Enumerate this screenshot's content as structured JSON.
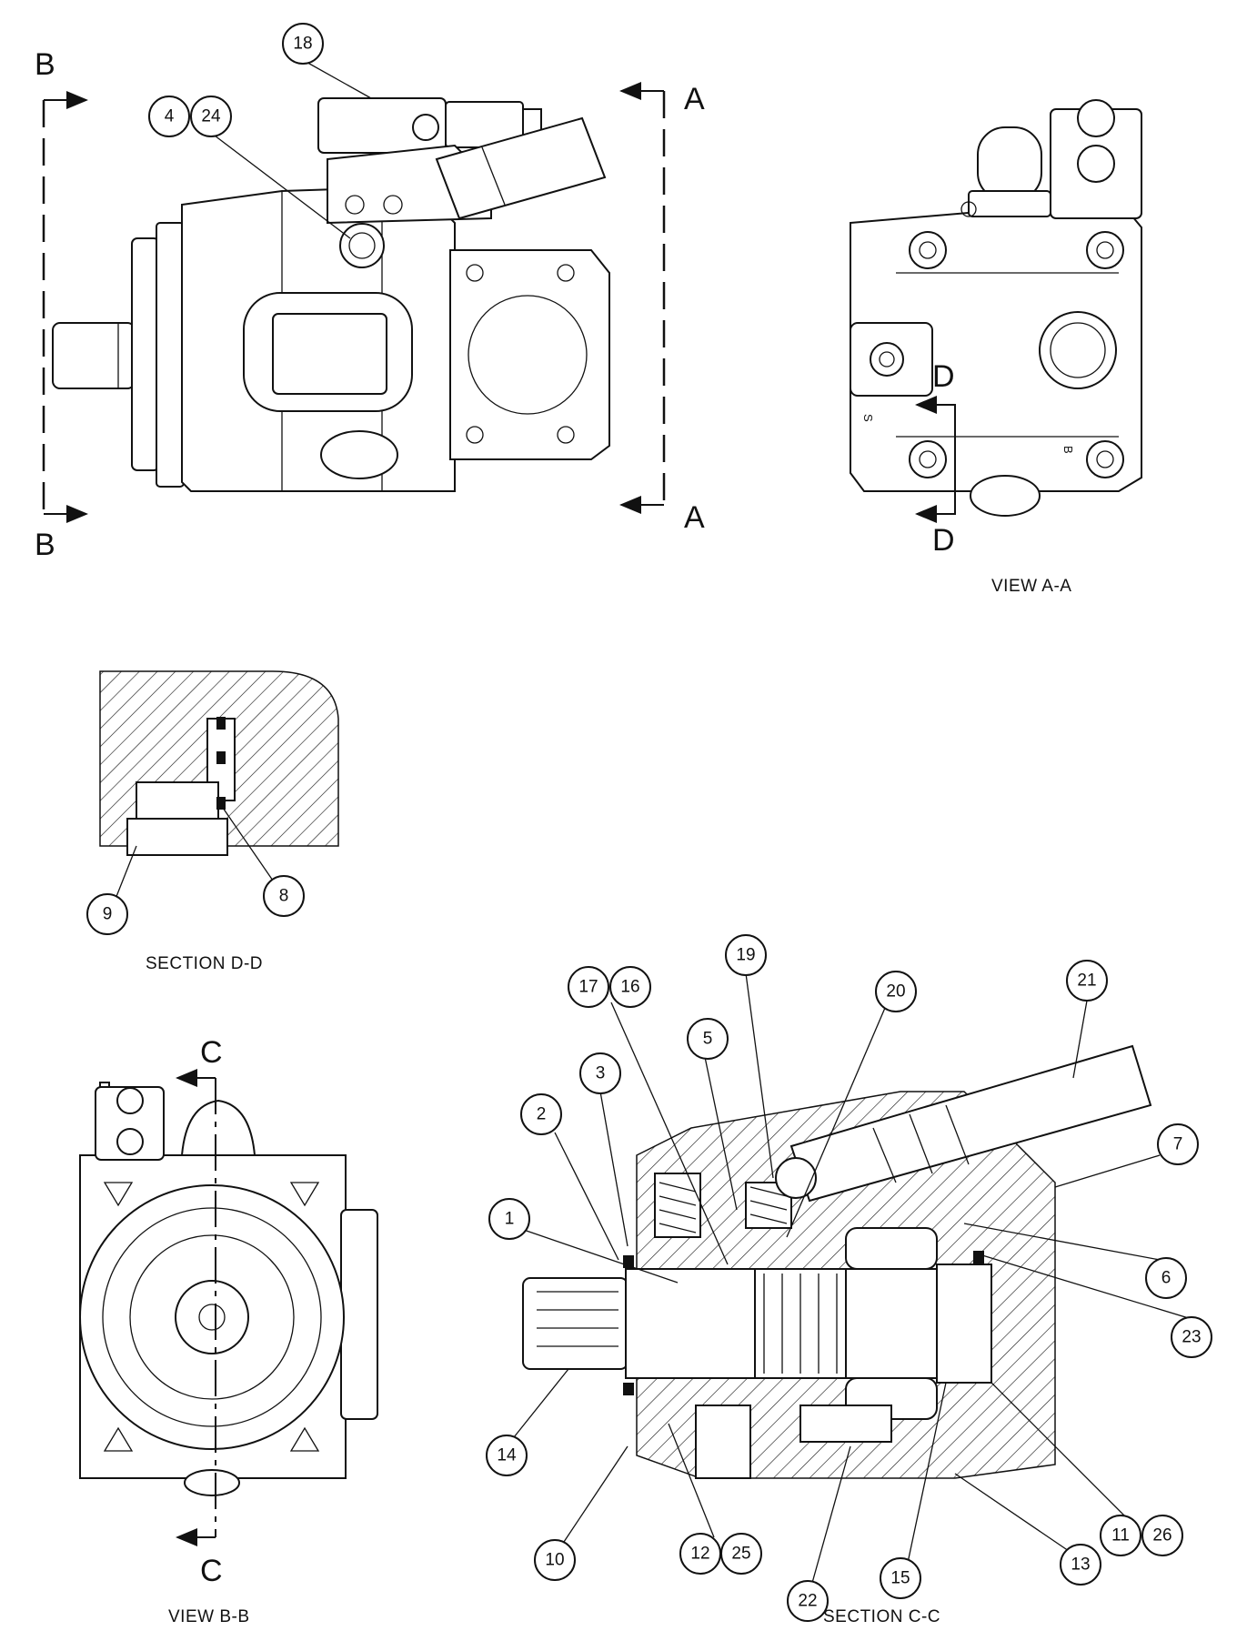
{
  "views": {
    "side_view": {
      "section_letters": [
        "B",
        "B",
        "A",
        "A"
      ]
    },
    "view_a": {
      "caption": "VIEW A-A",
      "section_letters": [
        "D",
        "D"
      ],
      "port_labels": [
        "S",
        "B"
      ]
    },
    "section_d": {
      "caption": "SECTION D-D"
    },
    "view_b": {
      "caption": "VIEW B-B",
      "section_letters": [
        "C",
        "C"
      ]
    },
    "section_c": {
      "caption": "SECTION C-C"
    }
  },
  "callouts": {
    "side_view": [
      "18",
      "4",
      "24"
    ],
    "section_d": [
      "9",
      "8"
    ],
    "section_c": [
      "17",
      "16",
      "19",
      "20",
      "21",
      "5",
      "3",
      "2",
      "7",
      "1",
      "6",
      "23",
      "14",
      "10",
      "12",
      "25",
      "22",
      "15",
      "13",
      "11",
      "26"
    ]
  }
}
